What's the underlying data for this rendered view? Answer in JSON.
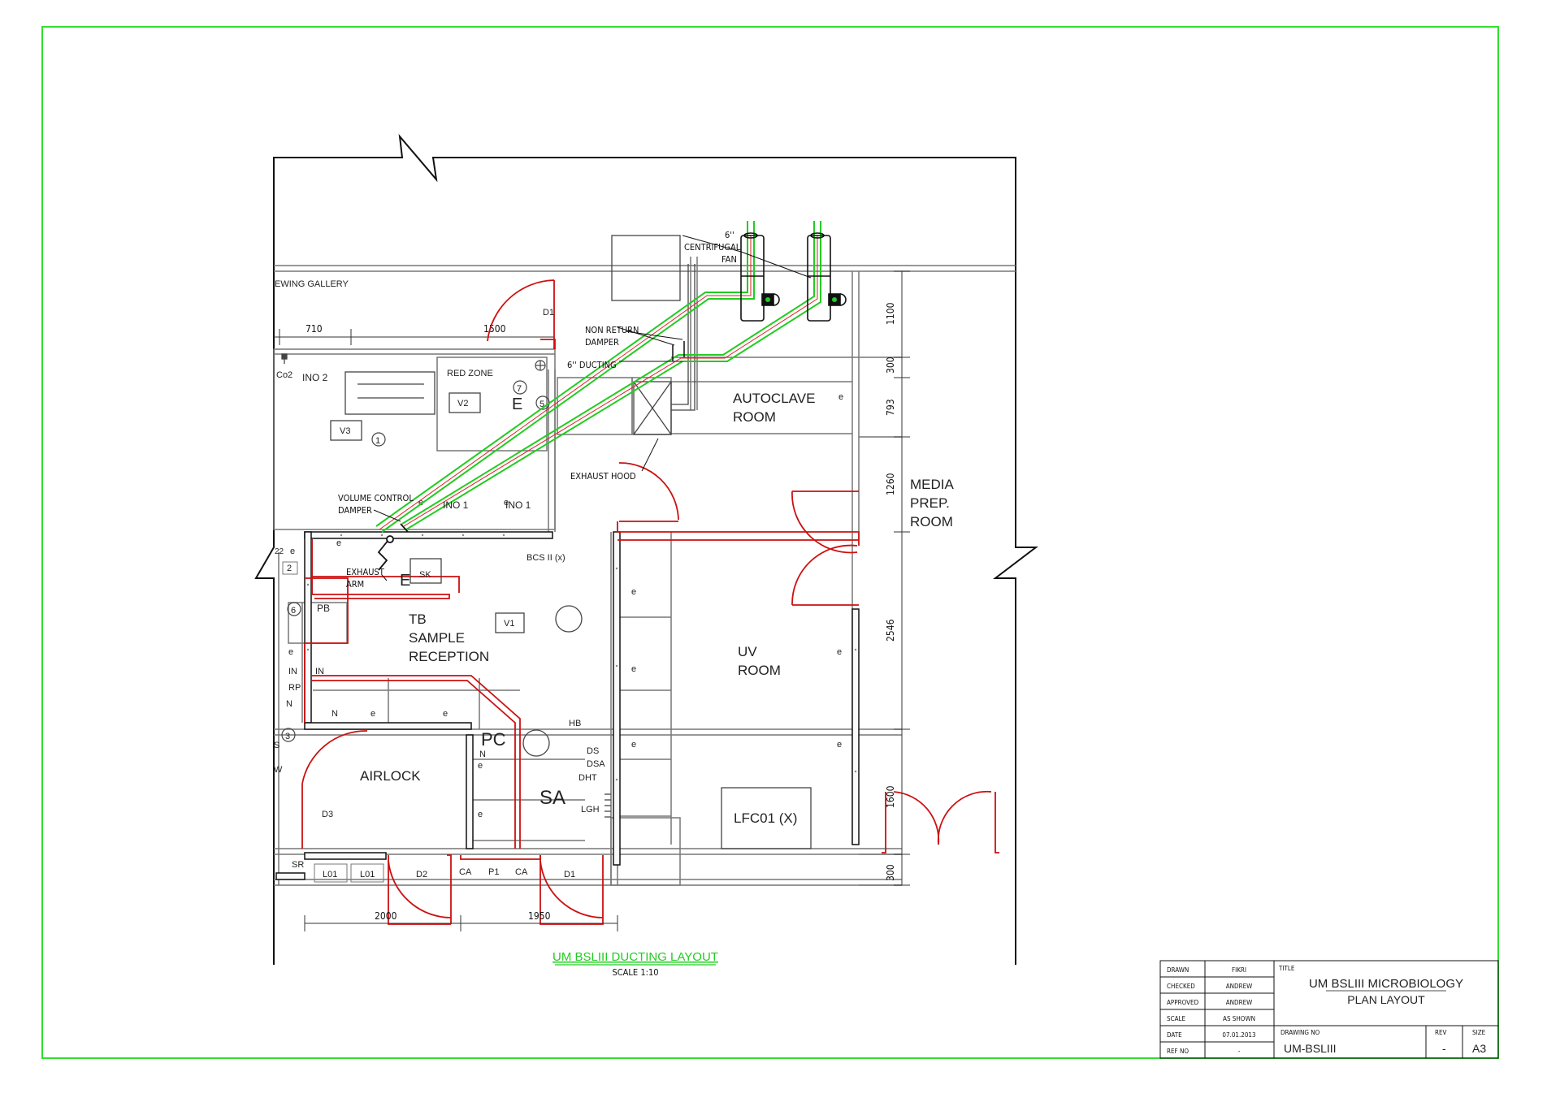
{
  "drawing": {
    "title": "UM BSLIII DUCTING LAYOUT",
    "scale": "SCALE 1:10"
  },
  "rooms": {
    "viewing_gallery": "EWING GALLERY",
    "ino2": "INO 2",
    "red_zone": "RED ZONE",
    "co2": "Co2",
    "ino1_a": "INO 1",
    "ino1_b": "INO 1",
    "autoclave_1": "AUTOCLAVE",
    "autoclave_2": "ROOM",
    "media_1": "MEDIA",
    "media_2": "PREP.",
    "media_3": "ROOM",
    "tb_1": "TB",
    "tb_2": "SAMPLE",
    "tb_3": "RECEPTION",
    "uv_1": "UV",
    "uv_2": "ROOM",
    "airlock": "AIRLOCK",
    "sa": "SA",
    "pc": "PC",
    "lfc": "LFC01  (X)"
  },
  "labels": {
    "fan_1": "6''",
    "fan_2": "CENTRIFUGAL",
    "fan_3": "FAN",
    "nrd_1": "NON  RETURN",
    "nrd_2": "DAMPER",
    "ducting": "6''  DUCTING",
    "exhaust_hood": "EXHAUST HOOD",
    "vcd_1": "VOLUME CONTROL",
    "vcd_2": "DAMPER",
    "arm_1": "EXHAUST",
    "arm_2": "ARM",
    "bcs": "BCS II (x)",
    "v1": "V1",
    "v2": "V2",
    "v3": "V3",
    "sk": "SK",
    "pb": "PB",
    "in_1": "IN",
    "in_2": "IN",
    "rp": "RP",
    "n_1": "N",
    "n_2": "N",
    "n_3": "N",
    "hb": "HB",
    "ds": "DS",
    "dsa": "DSA",
    "dht": "DHT",
    "lgh": "LGH",
    "sr": "SR",
    "d1_top": "D1",
    "d3": "D3",
    "d2": "D2",
    "d1_bottom": "D1",
    "lo1_a": "L01",
    "lo1_b": "L01",
    "ca_a": "CA",
    "p1": "P1",
    "ca_b": "CA",
    "e_big_1": "E",
    "e_big_2": "E",
    "c1": "1",
    "c3": "3",
    "c5": "5",
    "c6": "6",
    "c7": "7",
    "box2": "2",
    "s_edge": "S",
    "w_edge": "W",
    "num_22": "22"
  },
  "dimensions": {
    "top_1": "710",
    "top_2": "1500",
    "bottom_1": "2000",
    "bottom_2": "1950",
    "right_1": "1100",
    "right_2": "300",
    "right_3": "793",
    "right_4": "1260",
    "right_5": "2546",
    "right_6": "1600",
    "right_7": "300"
  },
  "title_block": {
    "drawn_label": "DRAWN",
    "drawn_value": "FIKRI",
    "checked_label": "CHECKED",
    "checked_value": "ANDREW",
    "approved_label": "APPROVED",
    "approved_value": "ANDREW",
    "scale_label": "SCALE",
    "scale_value": "AS SHOWN",
    "date_label": "DATE",
    "date_value": "07.01.2013",
    "ref_label": "REF NO",
    "ref_value": "-",
    "title_label": "TITLE",
    "title_line1": "UM BSLIII MICROBIOLOGY",
    "title_line2": "PLAN LAYOUT",
    "drawing_no_label": "DRAWING NO",
    "drawing_no_value": "UM-BSLIII",
    "rev_label": "REV",
    "rev_value": "-",
    "size_label": "SIZE",
    "size_value": "A3"
  },
  "colors": {
    "frame": "#33dd33",
    "wall": "#111111",
    "door": "#cc1111",
    "duct": "#22cc22",
    "duct_center": "#dd2222",
    "grey": "#777777"
  }
}
